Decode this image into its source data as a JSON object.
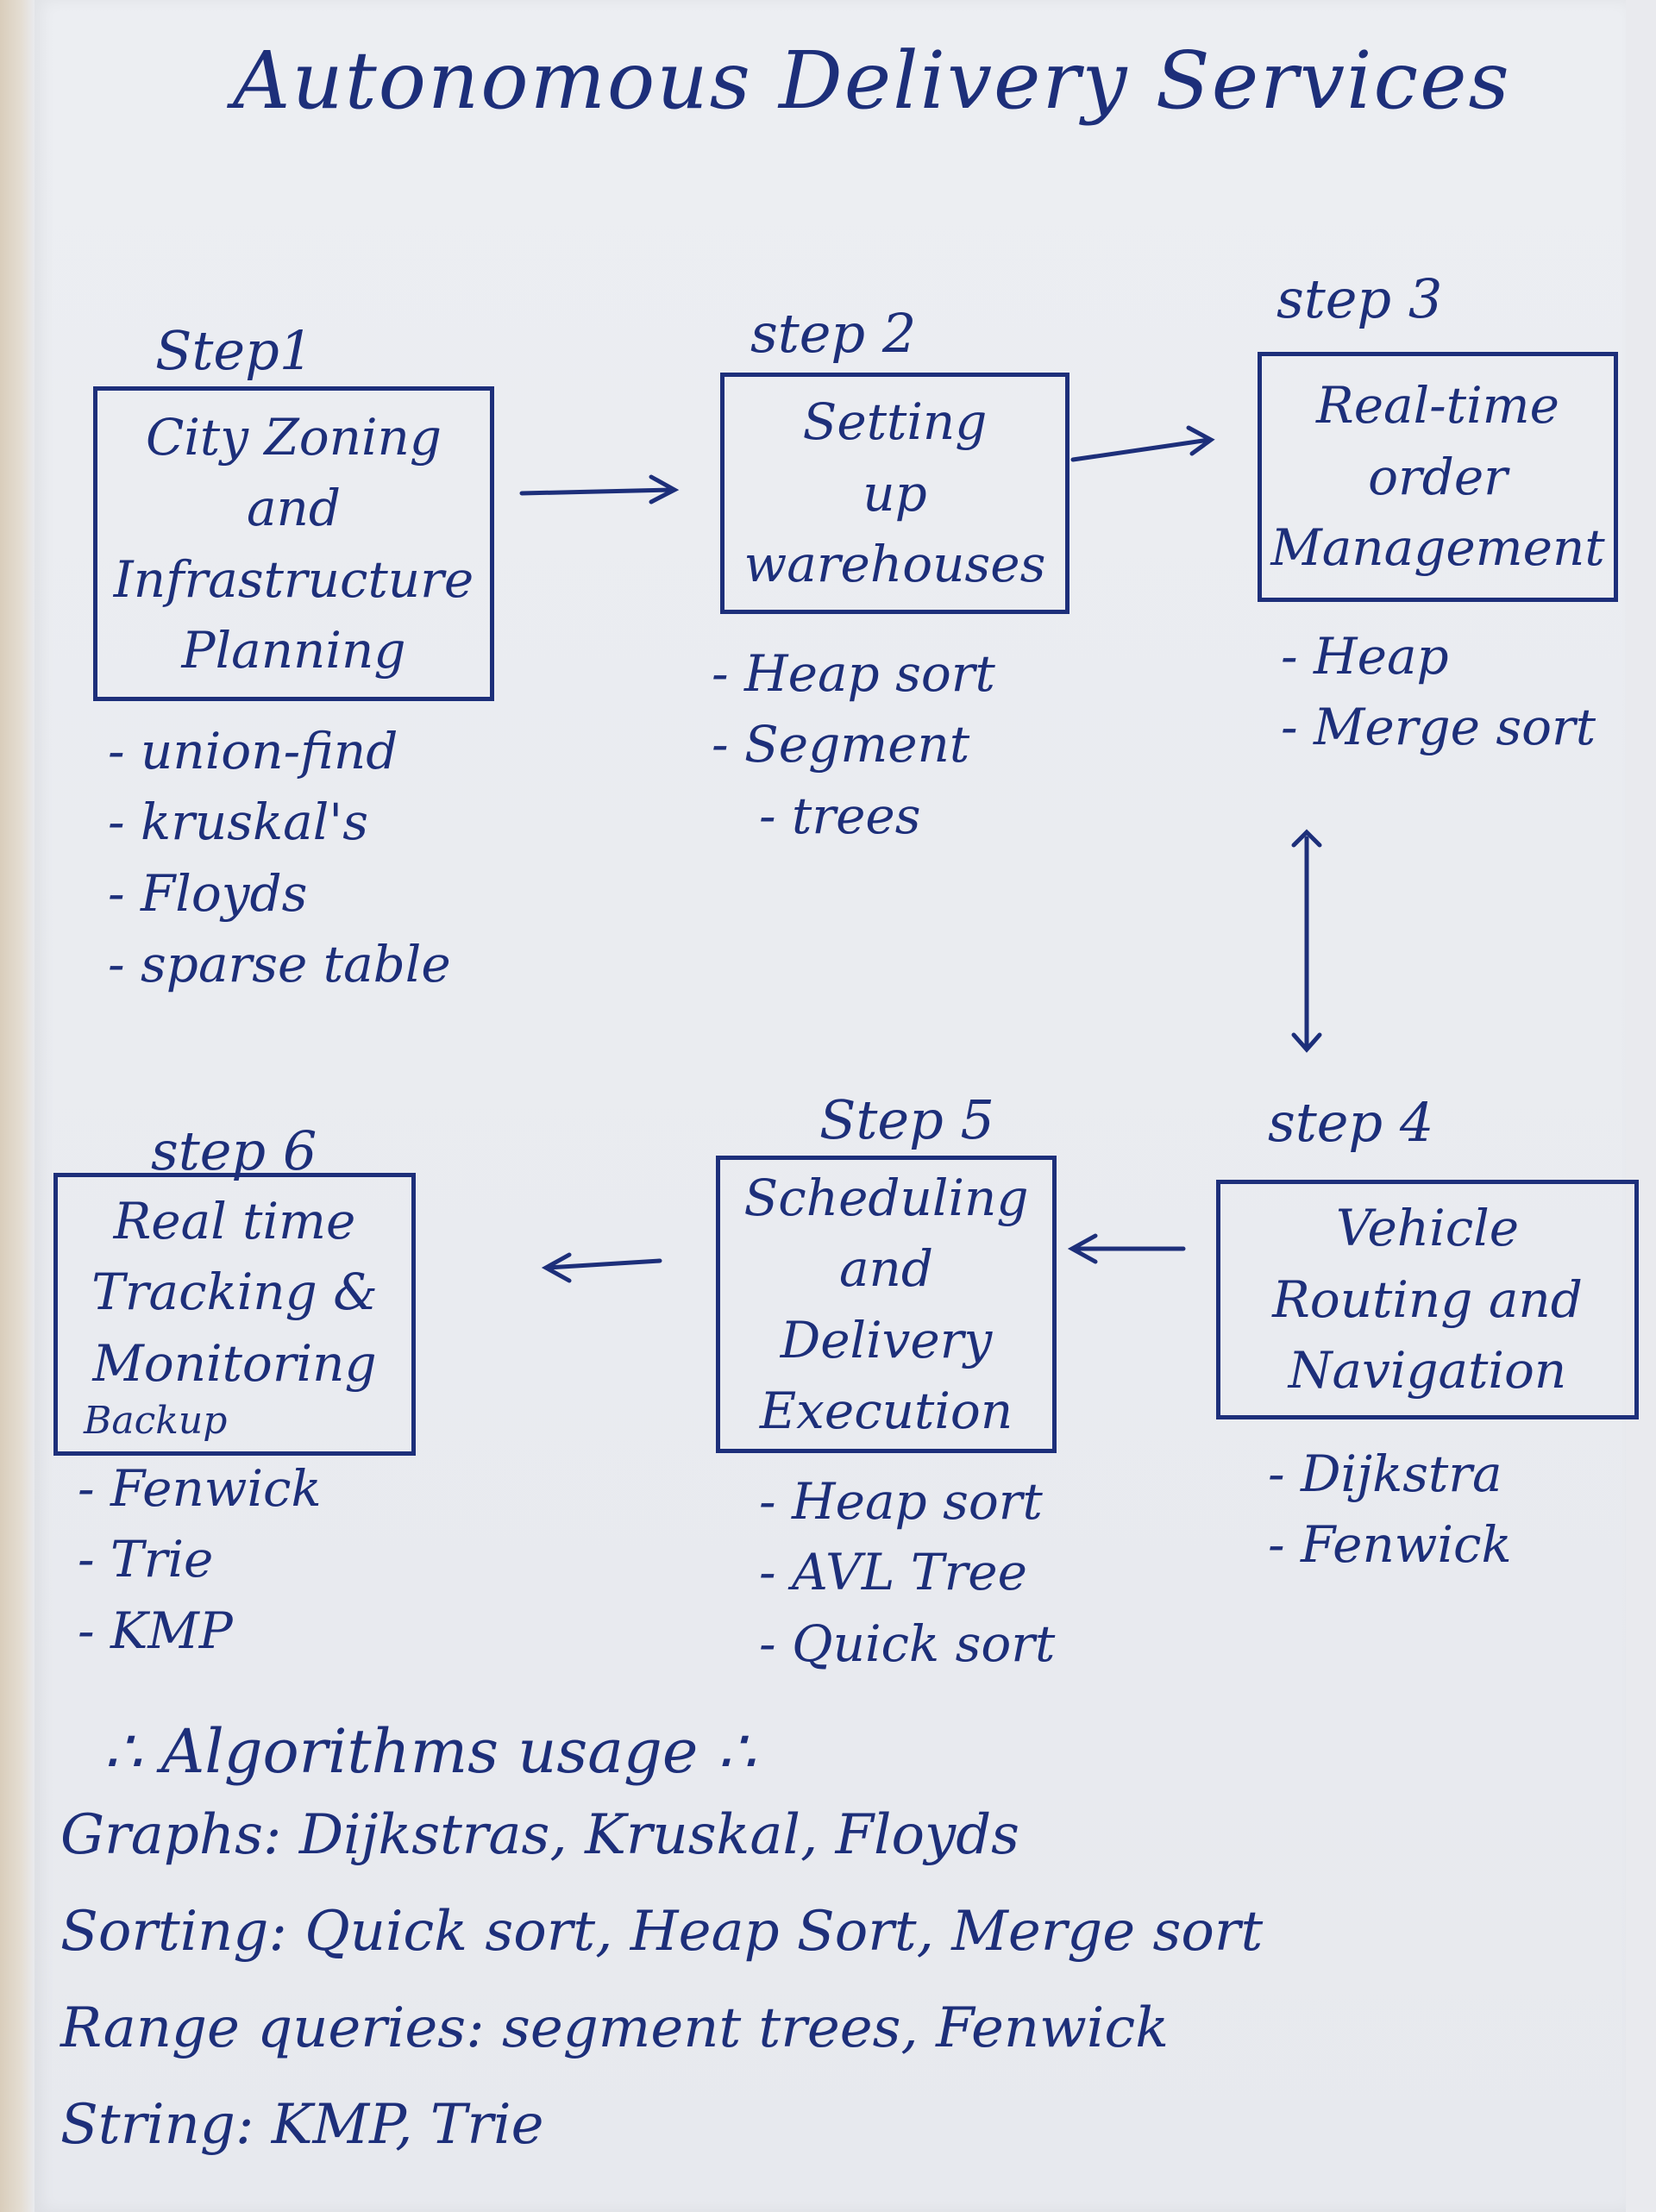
{
  "title": "Autonomous Delivery Services",
  "steps": [
    {
      "label": "Step1",
      "box_lines": [
        "City Zoning",
        "and",
        "Infrastructure",
        "Planning"
      ],
      "note": "",
      "items": [
        "union-find",
        "kruskal's",
        "Floyds",
        "sparse table"
      ]
    },
    {
      "label": "step 2",
      "box_lines": [
        "Setting",
        "up",
        "warehouses"
      ],
      "note": "",
      "items": [
        "Heap sort",
        "Segment",
        "trees"
      ]
    },
    {
      "label": "step 3",
      "box_lines": [
        "Real-time",
        "order",
        "Management"
      ],
      "note": "",
      "items": [
        "Heap",
        "Merge sort"
      ]
    },
    {
      "label": "step 4",
      "box_lines": [
        "Vehicle",
        "Routing and",
        "Navigation"
      ],
      "note": "",
      "items": [
        "Dijkstra",
        "Fenwick"
      ]
    },
    {
      "label": "Step 5",
      "box_lines": [
        "Scheduling",
        "and",
        "Delivery",
        "Execution"
      ],
      "note": "",
      "items": [
        "Heap sort",
        "AVL Tree",
        "Quick sort"
      ]
    },
    {
      "label": "step 6",
      "box_lines": [
        "Real time",
        "Tracking &",
        "Monitoring"
      ],
      "note": "Backup",
      "items": [
        "Fenwick",
        "Trie",
        "KMP"
      ]
    }
  ],
  "summary": {
    "title": "∴ Algorithms usage ∴",
    "rows": [
      "Graphs: Dijkstras, Kruskal, Floyds",
      "Sorting: Quick sort, Heap Sort, Merge sort",
      "Range queries: segment trees, Fenwick",
      "String: KMP, Trie"
    ]
  },
  "colors": {
    "ink": "#1d2f7a",
    "paper": "#eceef2"
  }
}
